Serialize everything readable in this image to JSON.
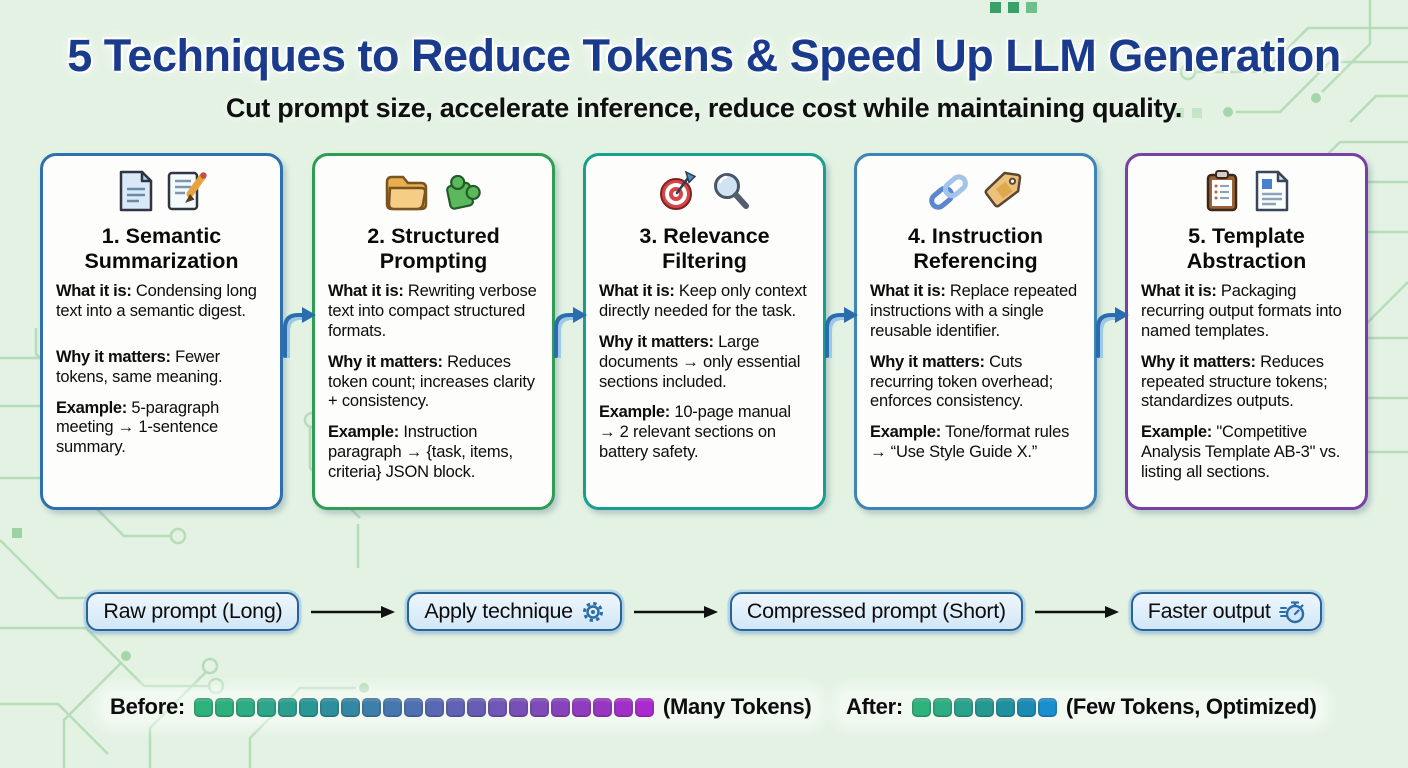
{
  "header": {
    "title": "5 Techniques to Reduce Tokens & Speed Up LLM Generation",
    "subtitle": "Cut prompt size, accelerate inference, reduce cost while maintaining quality."
  },
  "cards": [
    {
      "title": "1. Semantic Summarization",
      "icons": [
        "document-icon",
        "memo-pencil-icon"
      ],
      "border_color": "#2e6fad",
      "what_label": "What it is:",
      "what": "Condensing long text into a semantic digest.",
      "why_label": "Why it matters:",
      "why": "Fewer tokens, same meaning.",
      "example_label": "Example:",
      "example": "5-paragraph meeting → 1-sentence summary."
    },
    {
      "title": "2. Structured Prompting",
      "icons": [
        "folder-icon",
        "puzzle-icon"
      ],
      "border_color": "#2f9e54",
      "what_label": "What it is:",
      "what": "Rewriting verbose text into compact structured formats.",
      "why_label": "Why it matters:",
      "why": "Reduces token count; increases clarity + consistency.",
      "example_label": "Example:",
      "example": "Instruction paragraph → {task, items, criteria} JSON block."
    },
    {
      "title": "3. Relevance Filtering",
      "icons": [
        "target-icon",
        "magnifier-icon"
      ],
      "border_color": "#17a08e",
      "what_label": "What it is:",
      "what": "Keep only context directly needed for the task.",
      "why_label": "Why it matters:",
      "why": "Large documents → only essential sections included.",
      "example_label": "Example:",
      "example": "10-page manual → 2 relevant sections on battery safety."
    },
    {
      "title": "4. Instruction Referencing",
      "icons": [
        "chain-link-icon",
        "tag-icon"
      ],
      "border_color": "#3e85b5",
      "what_label": "What it is:",
      "what": "Replace repeated instructions with a single reusable identifier.",
      "why_label": "Why it matters:",
      "why": "Cuts recurring token overhead; enforces consistency.",
      "example_label": "Example:",
      "example": "Tone/format rules → “Use Style Guide X.”"
    },
    {
      "title": "5. Template Abstraction",
      "icons": [
        "clipboard-icon",
        "document-blue-icon"
      ],
      "border_color": "#7a3fa5",
      "what_label": "What it is:",
      "what": "Packaging recurring output formats into named templates.",
      "why_label": "Why it matters:",
      "why": "Reduces repeated structure tokens; standardizes outputs.",
      "example_label": "Example:",
      "example": "\"Competitive Analysis Template AB-3\" vs. listing all sections."
    }
  ],
  "flow": {
    "steps": [
      {
        "label": "Raw prompt (Long)",
        "icon": ""
      },
      {
        "label": "Apply technique",
        "icon": "gear-icon"
      },
      {
        "label": "Compressed prompt (Short)",
        "icon": ""
      },
      {
        "label": "Faster output",
        "icon": "stopwatch-icon"
      }
    ]
  },
  "legend": {
    "before_label": "Before:",
    "before_caption": "(Many Tokens)",
    "before_tokens": [
      "#2eb27b",
      "#2eb07e",
      "#2eac83",
      "#2da689",
      "#2b9f8f",
      "#299794",
      "#2c8f9b",
      "#3487a3",
      "#3d7fa9",
      "#4677ae",
      "#4f70b1",
      "#5868b3",
      "#6062b4",
      "#685cb5",
      "#7056b6",
      "#7750b7",
      "#7f4ab9",
      "#8743bb",
      "#8f3dbe",
      "#9836c2",
      "#a130c8",
      "#aa2ad0"
    ],
    "after_label": "After:",
    "after_caption": "(Few Tokens, Optimized)",
    "after_tokens": [
      "#2eb27b",
      "#2eac82",
      "#2aa28b",
      "#259892",
      "#20909f",
      "#1c8bb4",
      "#1a8ecf"
    ]
  },
  "colors": {
    "background": "#e3f2e3",
    "title_blue": "#1a3b8c",
    "circuit_green": "#b7dcb9",
    "flow_border": "#2a6293"
  }
}
